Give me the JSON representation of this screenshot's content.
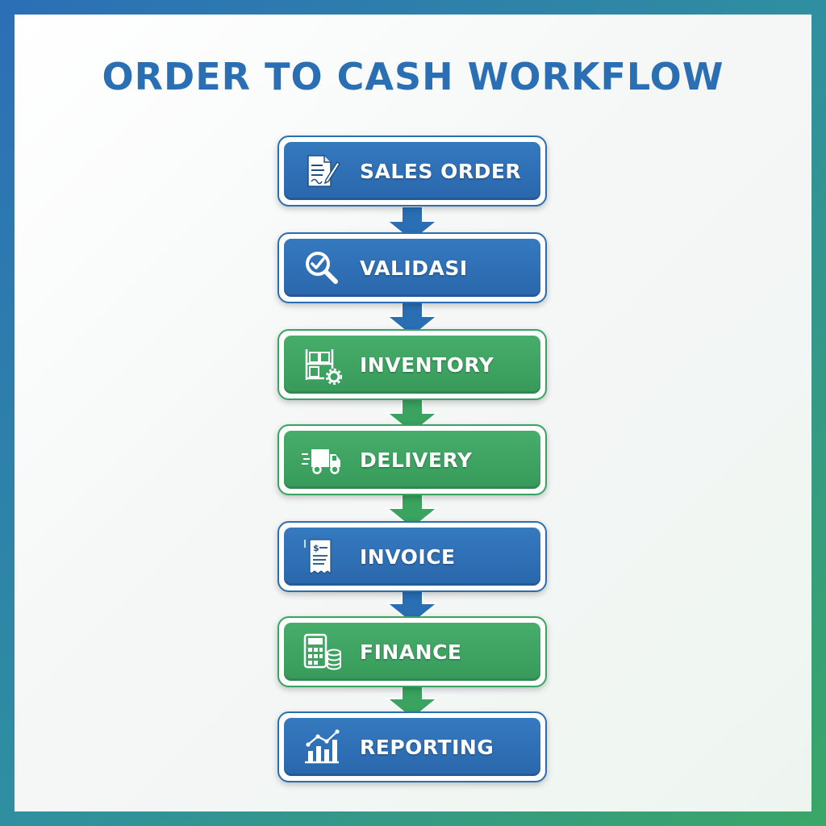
{
  "title": "ORDER TO CASH WORKFLOW",
  "colors": {
    "blue": "#2a6fb4",
    "green": "#3aa35f"
  },
  "steps": [
    {
      "label": "SALES ORDER",
      "icon": "document-pen-icon",
      "color": "blue"
    },
    {
      "label": "VALIDASI",
      "icon": "magnifier-check-icon",
      "color": "blue"
    },
    {
      "label": "INVENTORY",
      "icon": "warehouse-shelf-gear-icon",
      "color": "green"
    },
    {
      "label": "DELIVERY",
      "icon": "delivery-truck-icon",
      "color": "green"
    },
    {
      "label": "INVOICE",
      "icon": "invoice-receipt-icon",
      "color": "blue"
    },
    {
      "label": "FINANCE",
      "icon": "calculator-coins-icon",
      "color": "green"
    },
    {
      "label": "REPORTING",
      "icon": "growth-chart-icon",
      "color": "blue"
    }
  ]
}
